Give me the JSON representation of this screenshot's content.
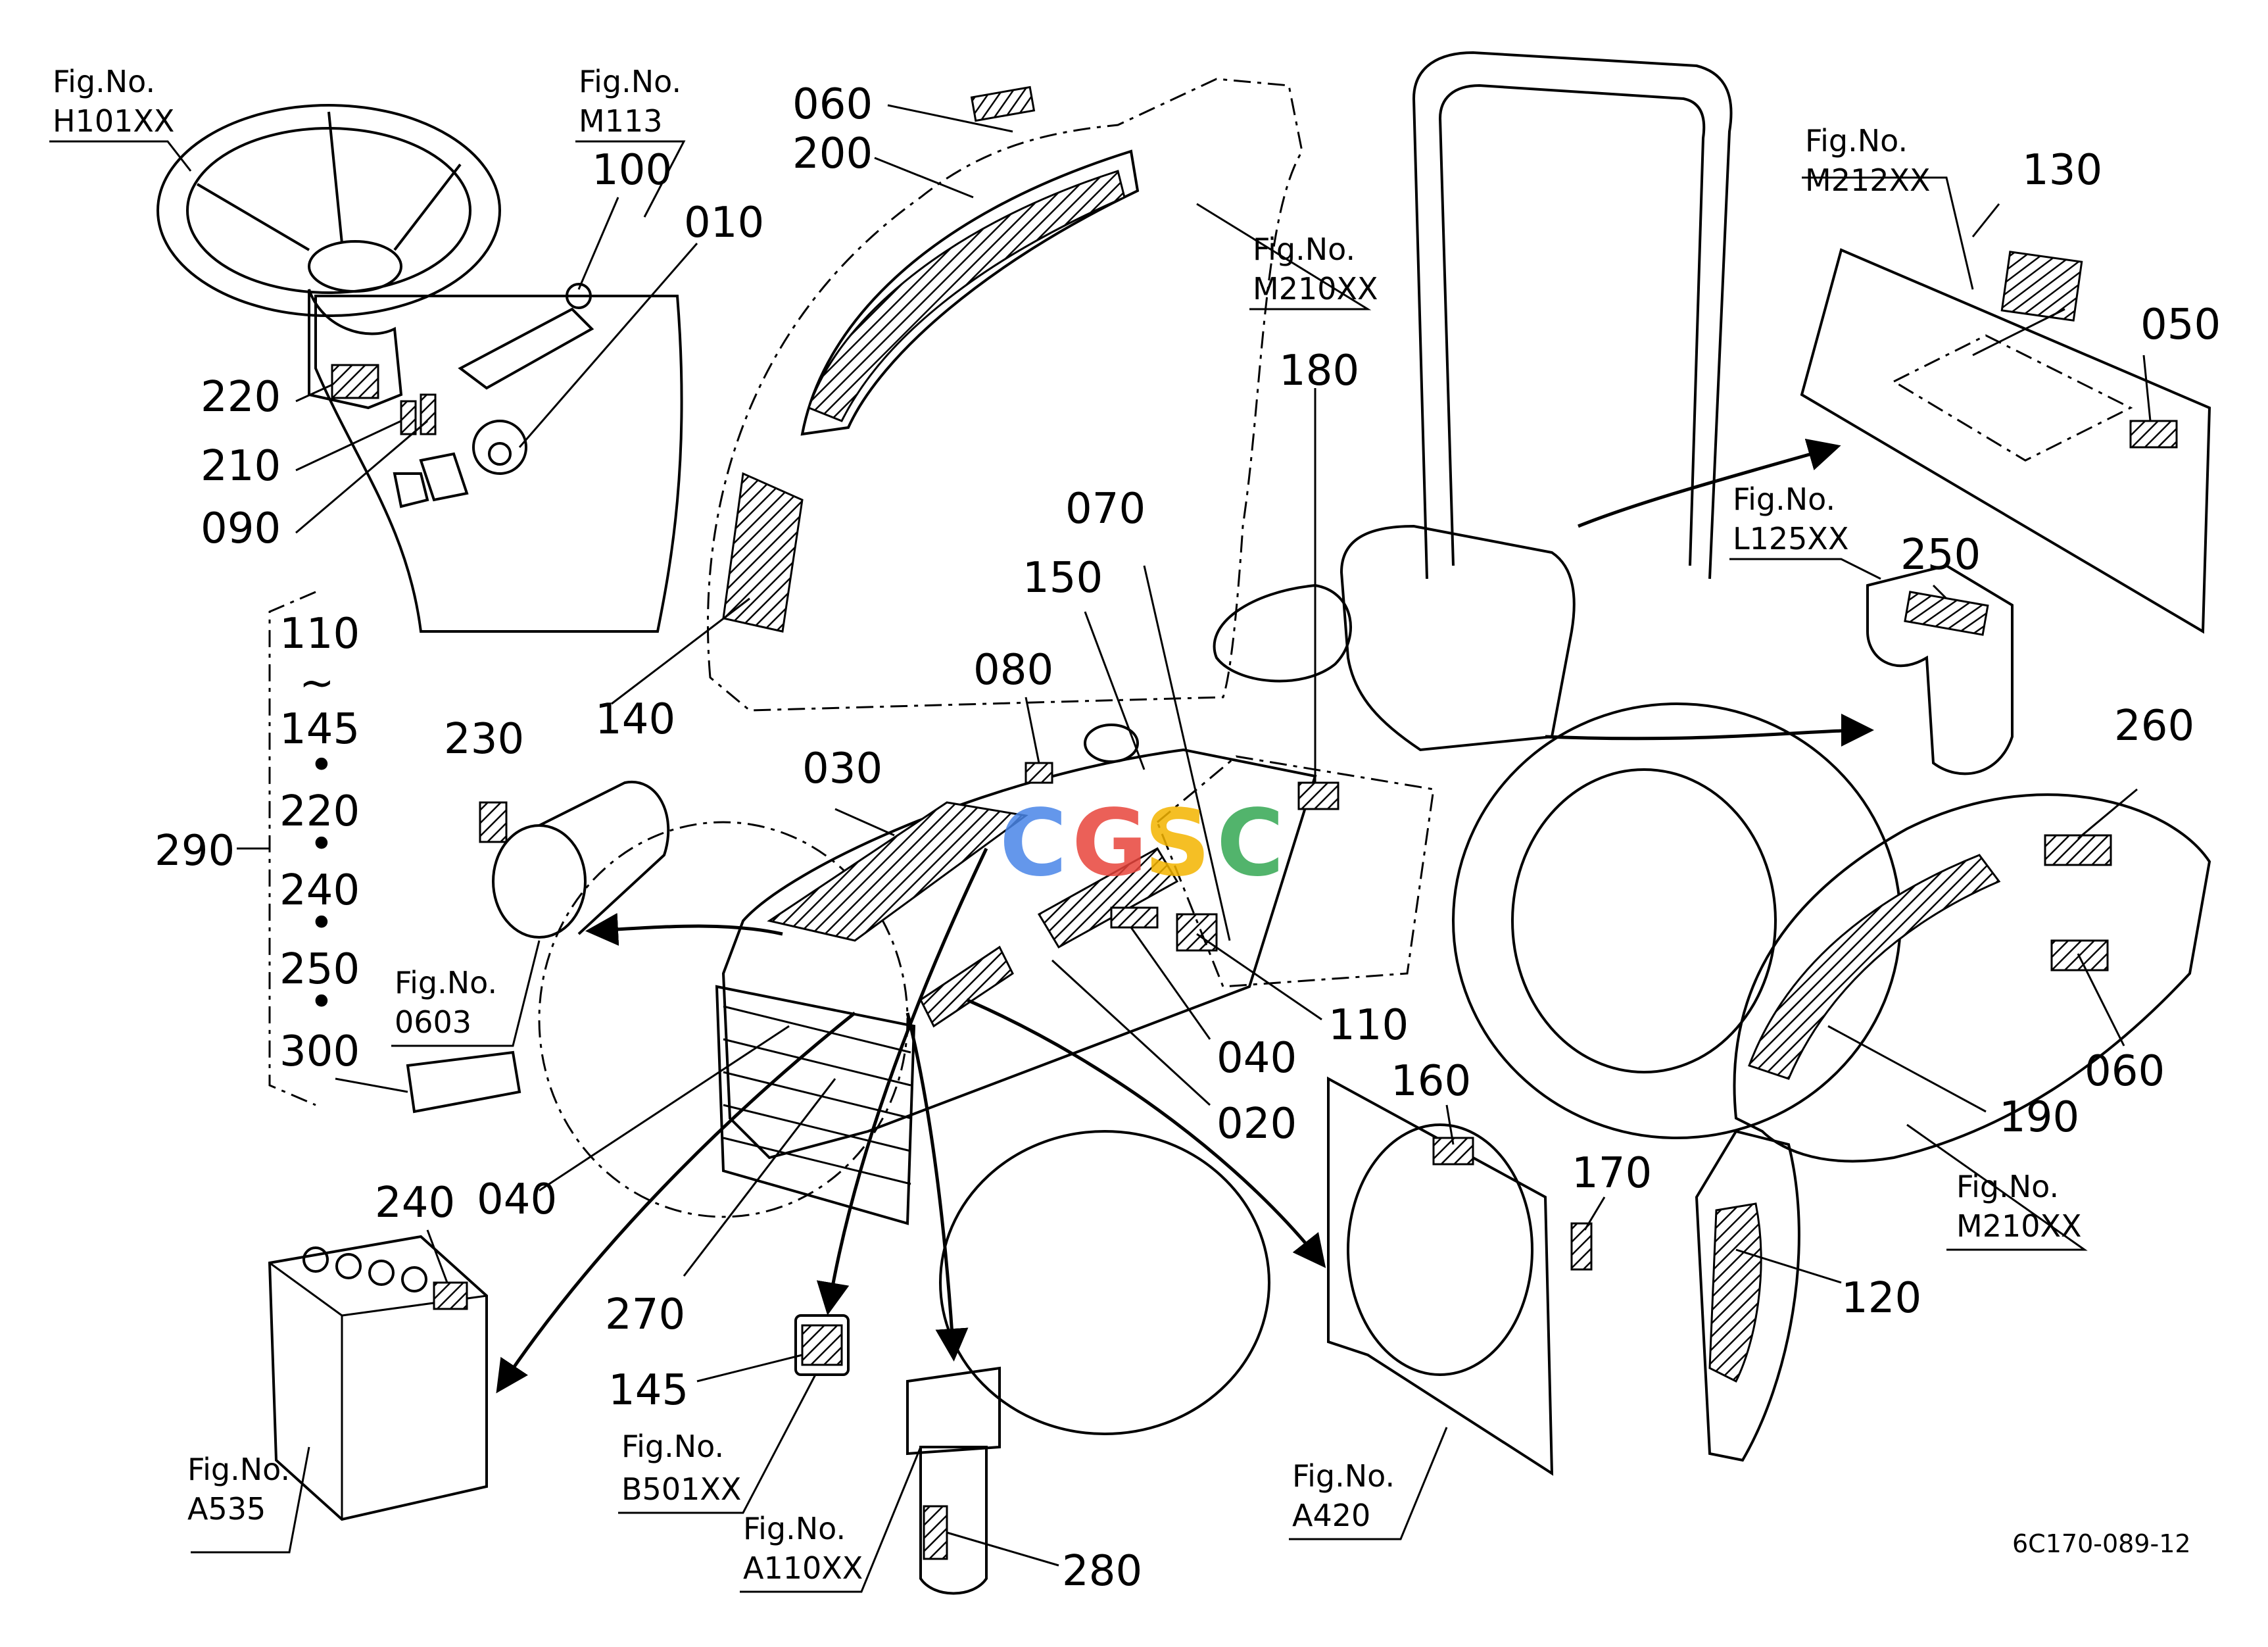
{
  "fig_refs": [
    {
      "id": "h101",
      "label": "Fig.No.",
      "code": "H101XX"
    },
    {
      "id": "m113",
      "label": "Fig.No.",
      "code": "M113"
    },
    {
      "id": "m210_top",
      "label": "Fig.No.",
      "code": "M210XX"
    },
    {
      "id": "m212",
      "label": "Fig.No.",
      "code": "M212XX"
    },
    {
      "id": "l125",
      "label": "Fig.No.",
      "code": "L125XX"
    },
    {
      "id": "f0603",
      "label": "Fig.No.",
      "code": "0603"
    },
    {
      "id": "a535",
      "label": "Fig.No.",
      "code": "A535"
    },
    {
      "id": "b501",
      "label": "Fig.No.",
      "code": "B501XX"
    },
    {
      "id": "a110",
      "label": "Fig.No.",
      "code": "A110XX"
    },
    {
      "id": "a420",
      "label": "Fig.No.",
      "code": "A420"
    },
    {
      "id": "m210_right",
      "label": "Fig.No.",
      "code": "M210XX"
    }
  ],
  "callouts": [
    {
      "id": "c060a",
      "text": "060"
    },
    {
      "id": "c200",
      "text": "200"
    },
    {
      "id": "c100",
      "text": "100"
    },
    {
      "id": "c010",
      "text": "010"
    },
    {
      "id": "c220a",
      "text": "220"
    },
    {
      "id": "c210",
      "text": "210"
    },
    {
      "id": "c090",
      "text": "090"
    },
    {
      "id": "c140",
      "text": "140"
    },
    {
      "id": "c130",
      "text": "130"
    },
    {
      "id": "c050",
      "text": "050"
    },
    {
      "id": "c180",
      "text": "180"
    },
    {
      "id": "c070",
      "text": "070"
    },
    {
      "id": "c150",
      "text": "150"
    },
    {
      "id": "c080",
      "text": "080"
    },
    {
      "id": "c250",
      "text": "250"
    },
    {
      "id": "c230",
      "text": "230"
    },
    {
      "id": "c030",
      "text": "030"
    },
    {
      "id": "c260",
      "text": "260"
    },
    {
      "id": "c060b",
      "text": "060"
    },
    {
      "id": "c190",
      "text": "190"
    },
    {
      "id": "c040a",
      "text": "040"
    },
    {
      "id": "c110",
      "text": "110"
    },
    {
      "id": "c020",
      "text": "020"
    },
    {
      "id": "c160",
      "text": "160"
    },
    {
      "id": "c170",
      "text": "170"
    },
    {
      "id": "c040b",
      "text": "040"
    },
    {
      "id": "c240",
      "text": "240"
    },
    {
      "id": "c270",
      "text": "270"
    },
    {
      "id": "c145",
      "text": "145"
    },
    {
      "id": "c280",
      "text": "280"
    },
    {
      "id": "c120",
      "text": "120"
    },
    {
      "id": "c290",
      "text": "290"
    }
  ],
  "group_290": {
    "items": [
      "110",
      "~",
      "145",
      "•",
      "220",
      "•",
      "240",
      "•",
      "250",
      "•",
      "300"
    ]
  },
  "drawing_code": "6C170-089-12",
  "watermark": {
    "letters": [
      "C",
      "G",
      "S",
      "C"
    ],
    "colors": [
      "#4a86e8",
      "#e8453c",
      "#f4b400",
      "#34a853"
    ]
  }
}
